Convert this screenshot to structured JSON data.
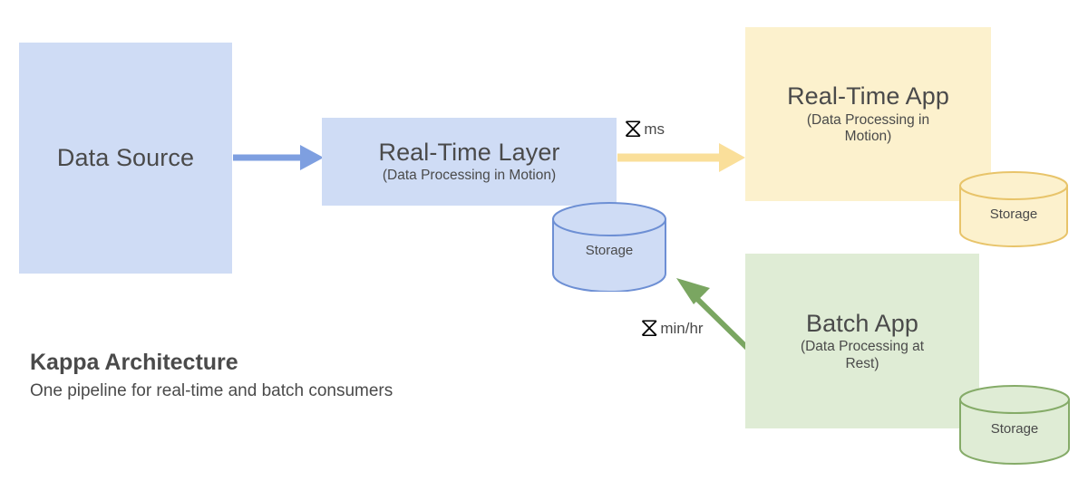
{
  "diagram": {
    "caption": {
      "title": "Kappa Architecture",
      "subtitle": "One pipeline for real-time and batch consumers"
    },
    "colors": {
      "blue_fill": "#cfdcf5",
      "blue_stroke": "#6d8fd4",
      "blue_arrow": "#7e9fe0",
      "yellow_fill": "#fcf1cd",
      "yellow_stroke": "#e8c46a",
      "yellow_arrow": "#fadf9a",
      "green_fill": "#dfecd5",
      "green_stroke": "#85ab68",
      "green_arrow": "#7aa661",
      "text": "#4a4a4a",
      "background": "#ffffff"
    },
    "nodes": [
      {
        "id": "data-source",
        "title": "Data Source",
        "subtitle": "",
        "shape": "rectangle",
        "fill": "#cfdcf5"
      },
      {
        "id": "real-time-layer",
        "title": "Real-Time Layer",
        "subtitle": "(Data Processing in Motion)",
        "shape": "rectangle",
        "fill": "#cfdcf5"
      },
      {
        "id": "real-time-app",
        "title": "Real-Time App",
        "subtitle": "(Data Processing in Motion)",
        "shape": "rectangle",
        "fill": "#fcf1cd"
      },
      {
        "id": "batch-app",
        "title": "Batch App",
        "subtitle": "(Data Processing at Rest)",
        "shape": "rectangle",
        "fill": "#dfecd5"
      }
    ],
    "storages": [
      {
        "id": "storage-layer",
        "label": "Storage",
        "color": "blue"
      },
      {
        "id": "storage-real-time-app",
        "label": "Storage",
        "color": "yellow"
      },
      {
        "id": "storage-batch-app",
        "label": "Storage",
        "color": "green"
      }
    ],
    "edges": [
      {
        "id": "source-to-layer",
        "from": "data-source",
        "to": "real-time-layer",
        "color": "#7e9fe0",
        "latency": ""
      },
      {
        "id": "layer-to-real-time-app",
        "from": "real-time-layer",
        "to": "real-time-app",
        "color": "#fadf9a",
        "latency": "ms"
      },
      {
        "id": "batch-app-to-storage",
        "from": "batch-app",
        "to": "storage-layer",
        "color": "#7aa661",
        "latency": "min/hr"
      }
    ],
    "latency_markers": [
      {
        "id": "latency-ms",
        "icon": "hourglass-icon",
        "glyph": "⧖",
        "text": "ms"
      },
      {
        "id": "latency-minhr",
        "icon": "hourglass-icon",
        "glyph": "⧖",
        "text": "min/hr"
      }
    ]
  }
}
